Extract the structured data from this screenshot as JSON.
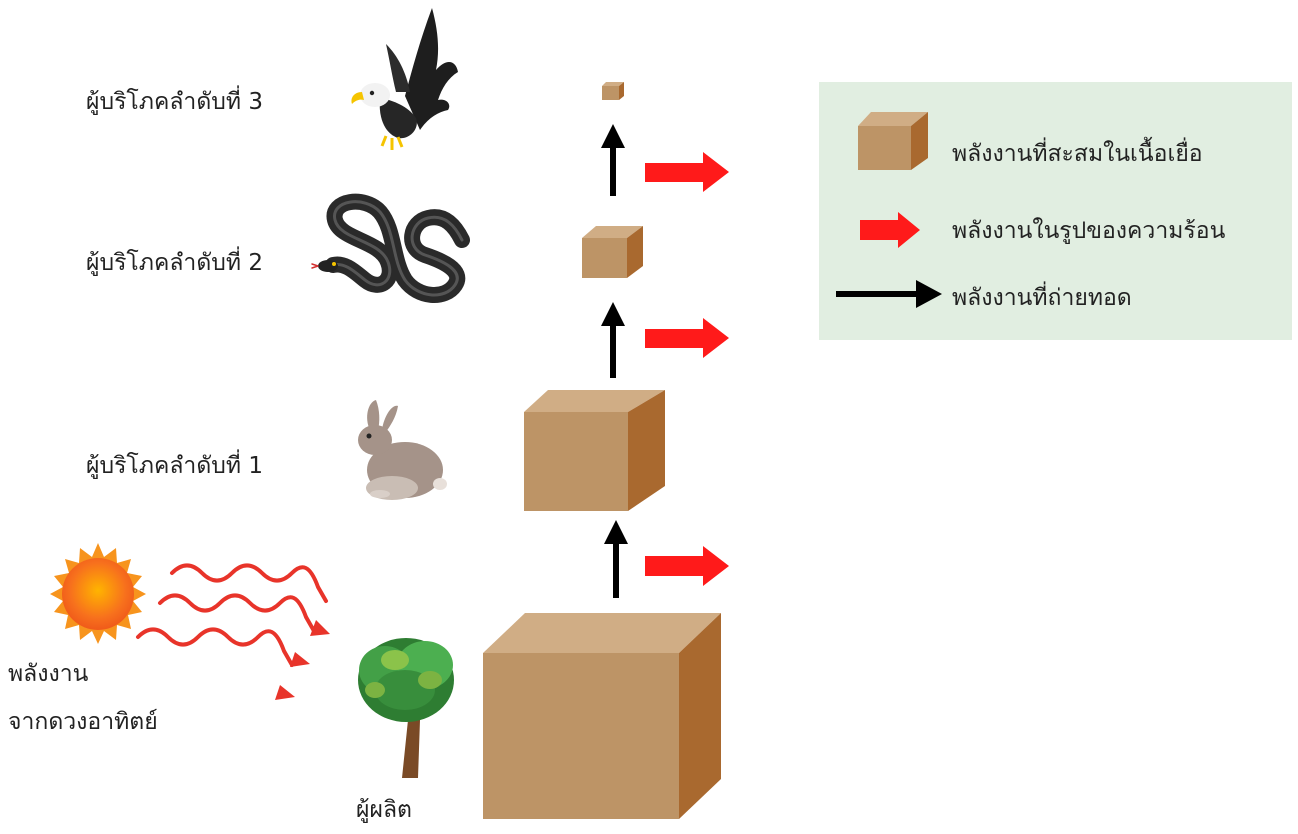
{
  "levels": {
    "consumer3": "ผู้บริโภคลำดับที่ 3",
    "consumer2": "ผู้บริโภคลำดับที่ 2",
    "consumer1": "ผู้บริโภคลำดับที่ 1",
    "producer": "ผู้ผลิต"
  },
  "sun_label": {
    "line1": "พลังงาน",
    "line2": "จากดวงอาทิตย์"
  },
  "legend": {
    "stored": "พลังงานที่สะสมในเนื้อเยื่อ",
    "heat": "พลังงานในรูปของความร้อน",
    "transfer": "พลังงานที่ถ่ายทอด"
  },
  "colors": {
    "box_front": "#bd9466",
    "box_top": "#d0ad85",
    "box_side": "#a9692f",
    "heat_arrow": "#ff1a1a",
    "transfer_arrow": "#000000",
    "legend_bg": "#e1eee1",
    "sun": "#f7941d",
    "sun_rays": "#e8342a"
  },
  "icons": [
    "eagle-icon",
    "snake-icon",
    "rabbit-icon",
    "tree-icon",
    "sun-icon"
  ]
}
